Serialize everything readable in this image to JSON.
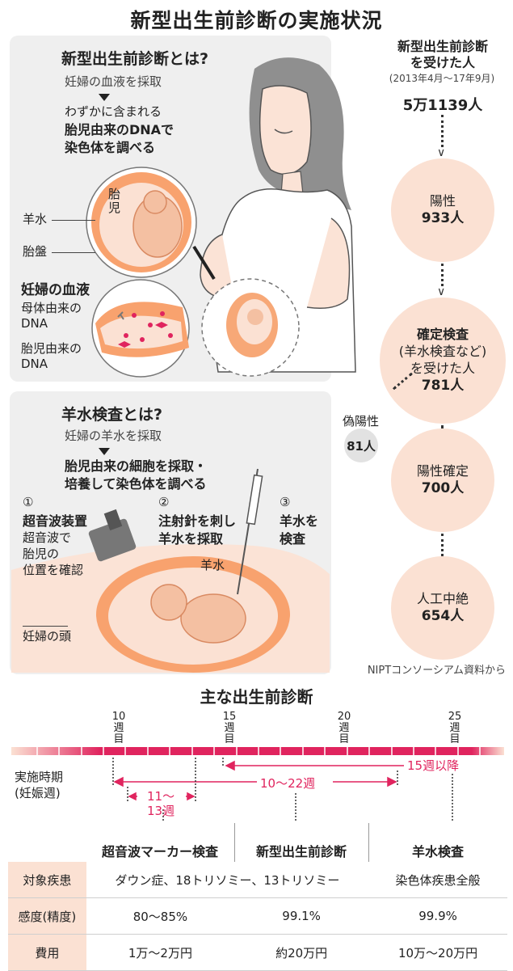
{
  "title": "新型出生前診断の実施状況",
  "nipt_panel": {
    "heading": "新型出生前診断とは?",
    "step1": "妊婦の血液を採取",
    "step2_line1": "わずかに含まれる",
    "step2_line2": "胎児由来のDNAで",
    "step2_line3": "染色体を調べる",
    "label_fetus": "胎児",
    "label_amniotic": "羊水",
    "label_placenta": "胎盤",
    "blood_heading": "妊婦の血液",
    "label_maternal_dna": "母体由来のDNA",
    "label_fetal_dna": "胎児由来のDNA"
  },
  "amnio_panel": {
    "heading": "羊水検査とは?",
    "step1": "妊婦の羊水を採取",
    "step2_line1": "胎児由来の細胞を採取・",
    "step2_line2": "培養して染色体を調べる",
    "s1_num": "①",
    "s1_title": "超音波装置",
    "s1_line1": "超音波で",
    "s1_line2": "胎児の",
    "s1_line3": "位置を確認",
    "s2_num": "②",
    "s2_line1": "注射針を刺し",
    "s2_line2": "羊水を採取",
    "s3_num": "③",
    "s3_line1": "羊水を",
    "s3_line2": "検査",
    "label_amniotic": "羊水",
    "label_head": "妊婦の頭"
  },
  "flow": {
    "header_line1": "新型出生前診断",
    "header_line2": "を受けた人",
    "period": "(2013年4月～17年9月)",
    "total": "5万1139人",
    "positive_label": "陽性",
    "positive_value": "933人",
    "confirm_line1": "確定検査",
    "confirm_line2": "(羊水検査など)",
    "confirm_line3": "を受けた人",
    "confirm_value": "781人",
    "false_label": "偽陽性",
    "false_value": "81人",
    "confirmed_label": "陽性確定",
    "confirmed_value": "700人",
    "abortion_label": "人工中絶",
    "abortion_value": "654人",
    "source": "NIPTコンソーシアム資料から"
  },
  "timeline": {
    "heading": "主な出生前診断",
    "ticks": [
      {
        "week": "10",
        "unit": "週目"
      },
      {
        "week": "15",
        "unit": "週目"
      },
      {
        "week": "20",
        "unit": "週目"
      },
      {
        "week": "25",
        "unit": "週目"
      }
    ],
    "row_label_line1": "実施時期",
    "row_label_line2": "(妊娠週)",
    "range_amnio": "15週以降",
    "range_nipt": "10～22週",
    "range_ultra_line1": "11～",
    "range_ultra_line2": "13週",
    "accent_color": "#e0245e"
  },
  "table": {
    "columns": [
      "超音波マーカー検査",
      "新型出生前診断",
      "羊水検査"
    ],
    "rows": [
      {
        "label": "対象疾患",
        "merged": "ダウン症、18トリソミー、13トリソミー",
        "c3": "染色体疾患全般"
      },
      {
        "label": "感度(精度)",
        "c1": "80～85%",
        "c2": "99.1%",
        "c3": "99.9%"
      },
      {
        "label": "費用",
        "c1": "1万～2万円",
        "c2": "約20万円",
        "c3": "10万～20万円"
      }
    ]
  }
}
